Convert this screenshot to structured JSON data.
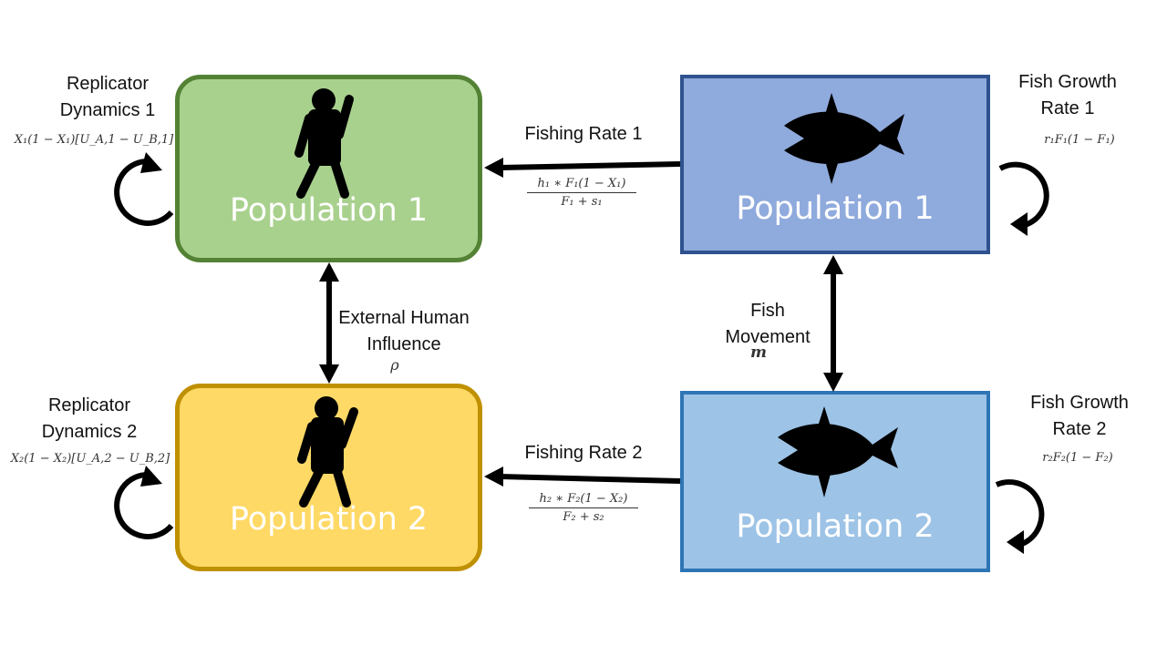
{
  "populations": {
    "human_1": "Population 1",
    "human_2": "Population 2",
    "fish_1": "Population 1",
    "fish_2": "Population 2"
  },
  "labels": {
    "replicator_1_line1": "Replicator",
    "replicator_1_line2": "Dynamics 1",
    "replicator_1_formula": "X₁(1 − X₁)[U_A,1 − U_B,1]",
    "replicator_2_line1": "Replicator",
    "replicator_2_line2": "Dynamics 2",
    "replicator_2_formula": "X₂(1 − X₂)[U_A,2 − U_B,2]",
    "fishing_rate_1": "Fishing Rate 1",
    "fishing_rate_1_num": "h₁ ∗ F₁(1 − X₁)",
    "fishing_rate_1_den": "F₁ + s₁",
    "fishing_rate_2": "Fishing Rate 2",
    "fishing_rate_2_num": "h₂ ∗ F₂(1 − X₂)",
    "fishing_rate_2_den": "F₂ + s₂",
    "external_line1": "External Human",
    "external_line2": "Influence",
    "external_symbol": "ρ",
    "movement_line1": "Fish",
    "movement_line2": "Movement",
    "movement_symbol": "m",
    "growth_1_line1": "Fish Growth",
    "growth_1_line2": "Rate 1",
    "growth_1_formula": "r₁F₁(1 − F₁)",
    "growth_2_line1": "Fish Growth",
    "growth_2_line2": "Rate 2",
    "growth_2_formula": "r₂F₂(1 − F₂)"
  },
  "colors": {
    "human_1_fill": "#a9d18e",
    "human_1_border": "#548235",
    "human_2_fill": "#ffd966",
    "human_2_border": "#bf9000",
    "fish_1_fill": "#8faadc",
    "fish_1_border": "#2f528f",
    "fish_2_fill": "#9dc3e6",
    "fish_2_border": "#2e75b6"
  },
  "icons": [
    "hiker-icon",
    "fish-icon",
    "cycle-arrow-icon",
    "double-arrow-icon",
    "arrow-left-icon"
  ]
}
